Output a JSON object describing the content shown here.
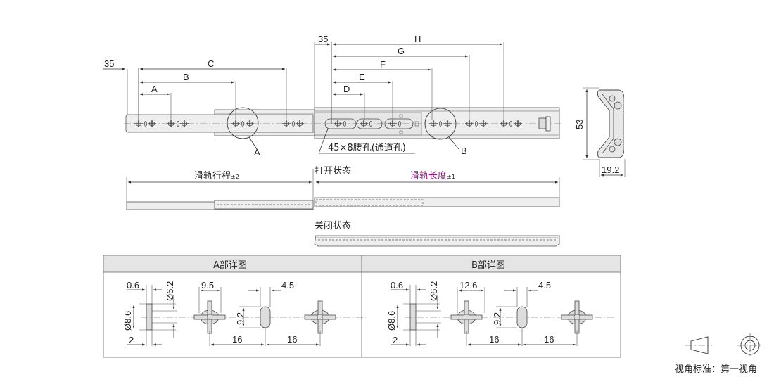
{
  "main_view": {
    "dims_left": {
      "offset": "35",
      "a": "A",
      "b": "B",
      "c": "C"
    },
    "dims_right": {
      "offset": "35",
      "d": "D",
      "e": "E",
      "f": "F",
      "g": "G",
      "h": "H"
    },
    "callout_a": "A",
    "callout_b": "B",
    "slot_note": "45×8腰孔(通道孔)"
  },
  "side_view": {
    "height": "53",
    "width": "19.2"
  },
  "states": {
    "travel_label": "滑轨行程",
    "travel_tol": "±2",
    "open_label": "打开状态",
    "length_label": "滑轨长度",
    "length_tol": "±1",
    "closed_label": "关闭状态",
    "length_color": "#8b1a7a"
  },
  "details": [
    {
      "title": "A部详图",
      "thick": "0.6",
      "hole_d": "Ø6.2",
      "csk_d": "Ø8.6",
      "depth": "2",
      "cross_w": "9.5",
      "slot_w": "4.5",
      "slot_h": "9.2",
      "pitch1": "16",
      "pitch2": "16"
    },
    {
      "title": "B部详图",
      "thick": "0.6",
      "hole_d": "Ø6.2",
      "csk_d": "Ø8.6",
      "depth": "2",
      "cross_w": "12.6",
      "slot_w": "4.5",
      "slot_h": "9.2",
      "pitch1": "16",
      "pitch2": "16"
    }
  ],
  "projection": {
    "label": "视角标准：第一视角"
  }
}
